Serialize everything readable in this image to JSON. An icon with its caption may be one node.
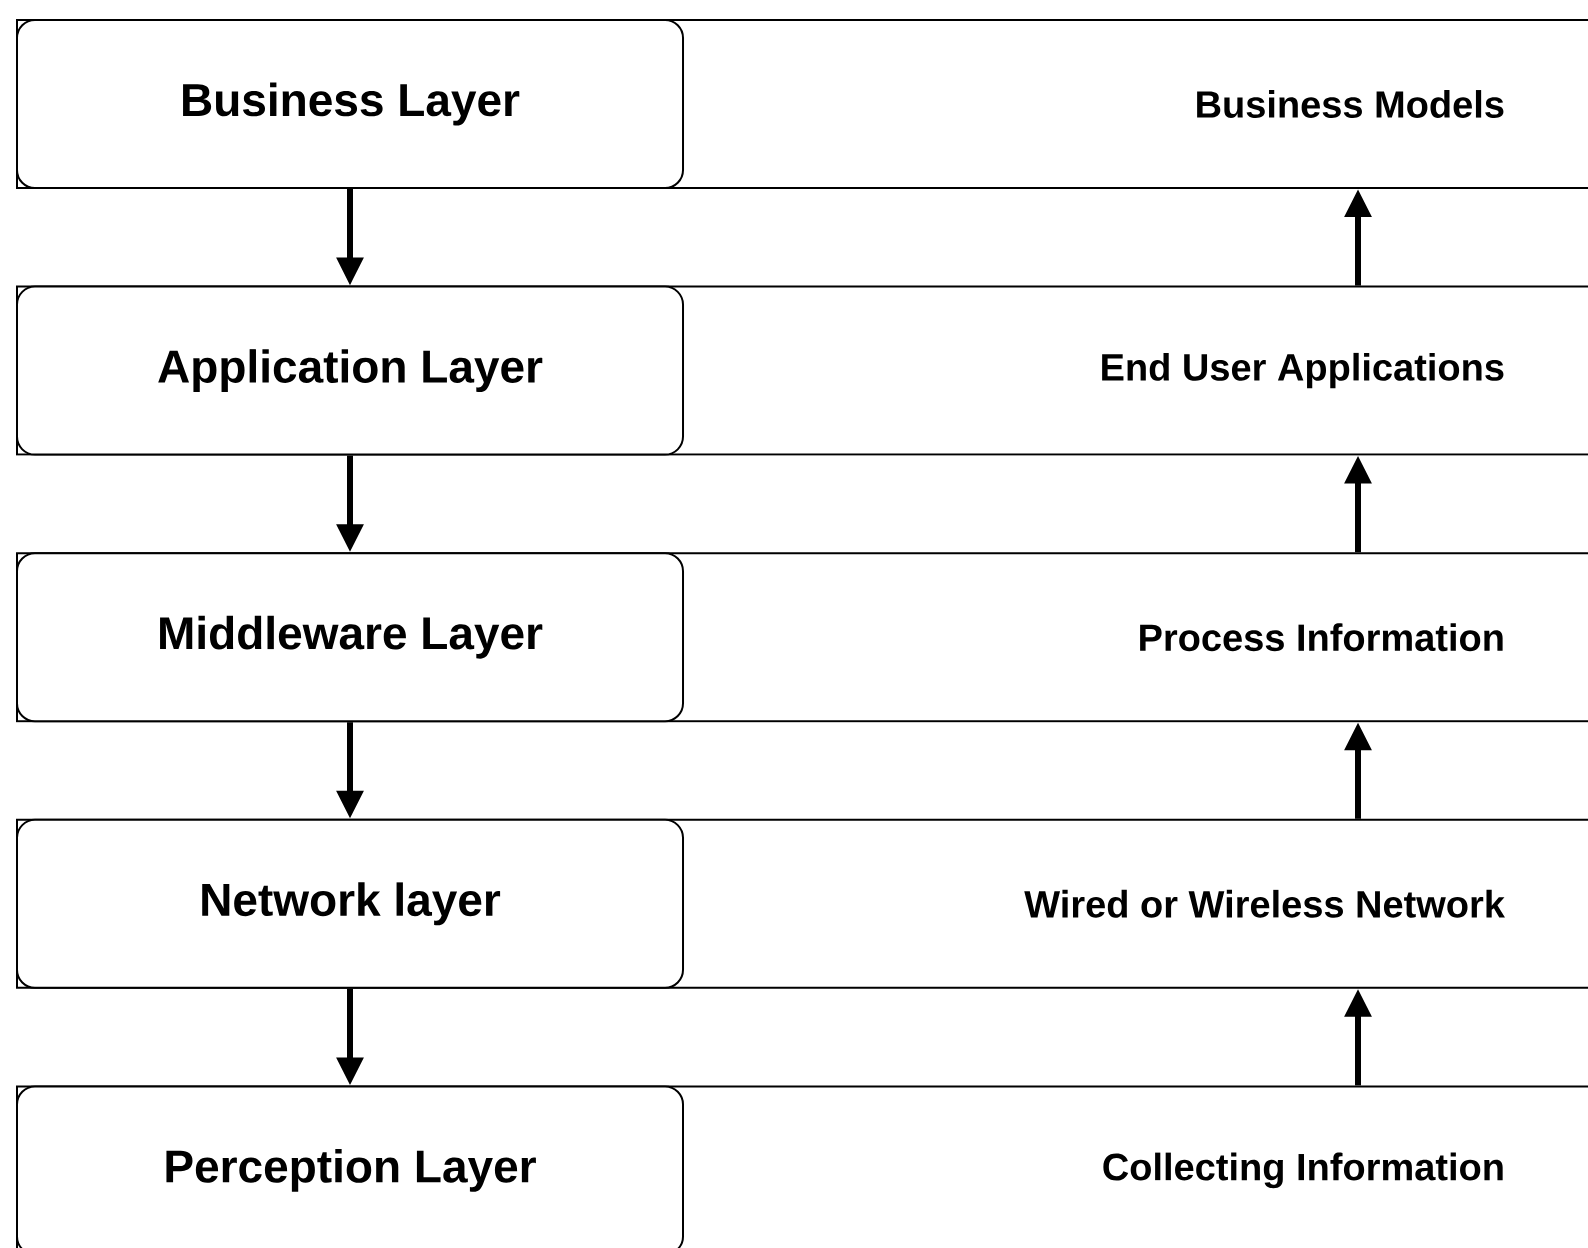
{
  "diagram": {
    "nodes": [
      {
        "text": [
          "Business Models"
        ]
      },
      {
        "text": [
          "Business Layer"
        ],
        "in": 0
      },
      {
        "text": [
          "End User Applications"
        ]
      },
      {
        "text": [
          "Application Layer"
        ],
        "in": 2
      },
      {
        "text": [
          "Process Information"
        ]
      },
      {
        "text": [
          "Middleware Layer"
        ],
        "in": 4
      },
      {
        "text": [
          "Wired or Wireless Network"
        ]
      },
      {
        "text": [
          "Network layer"
        ],
        "in": 6
      },
      {
        "text": [
          "Collecting Information"
        ]
      },
      {
        "text": [
          "Perception Layer"
        ],
        "in": 8
      }
    ],
    "edges": [
      {
        "from": 1,
        "to": 3,
        "arrow": "to"
      },
      {
        "from": 3,
        "to": 5,
        "arrow": "to"
      },
      {
        "from": 5,
        "to": 7,
        "arrow": "to"
      },
      {
        "from": 7,
        "to": 9,
        "arrow": "to"
      },
      {
        "from": 2,
        "to": 0,
        "arrow": "to"
      },
      {
        "from": 4,
        "to": 2,
        "arrow": "to"
      },
      {
        "from": 6,
        "to": 4,
        "arrow": "to"
      },
      {
        "from": 8,
        "to": 6,
        "arrow": "to"
      }
    ]
  }
}
